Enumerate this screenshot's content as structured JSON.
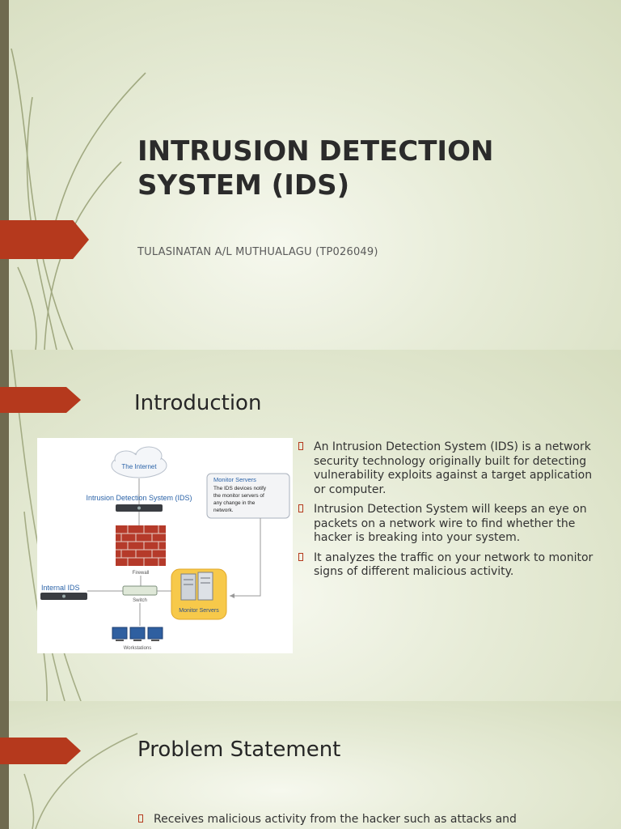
{
  "colors": {
    "accent": "#b5391d",
    "sidebar": "#6f6a4f",
    "background": "#e4e8d6",
    "diagram_blue": "#2b63a8"
  },
  "slide1": {
    "title_line1": "INTRUSION DETECTION",
    "title_line2": "SYSTEM (IDS)",
    "subtitle": "TULASINATAN A/L MUTHUALAGU (TP026049)"
  },
  "slide2": {
    "heading": "Introduction",
    "bullets": [
      "An Intrusion Detection System (IDS) is a network security technology originally built for detecting vulnerability exploits against a target application or computer.",
      "Intrusion Detection System will keeps an eye on packets on a network wire to find whether the hacker is breaking into your system.",
      "It analyzes the traffic on your network to monitor signs of different malicious activity."
    ],
    "diagram": {
      "internet": "The Internet",
      "ids_label": "Intrusion Detection System (IDS)",
      "monitor_title": "Monitor Servers",
      "monitor_line1": "The IDS devices notify",
      "monitor_line2": "the monitor servers of",
      "monitor_line3": "any change in the",
      "monitor_line4": "network.",
      "firewall": "Firewall",
      "internal_ids": "Internal IDS",
      "switch": "Switch",
      "monitor_servers": "Monitor Servers",
      "workstations": "Workstations"
    }
  },
  "slide3": {
    "heading": "Problem Statement",
    "bullets": [
      "Receives malicious activity from the hacker such as attacks and"
    ]
  }
}
